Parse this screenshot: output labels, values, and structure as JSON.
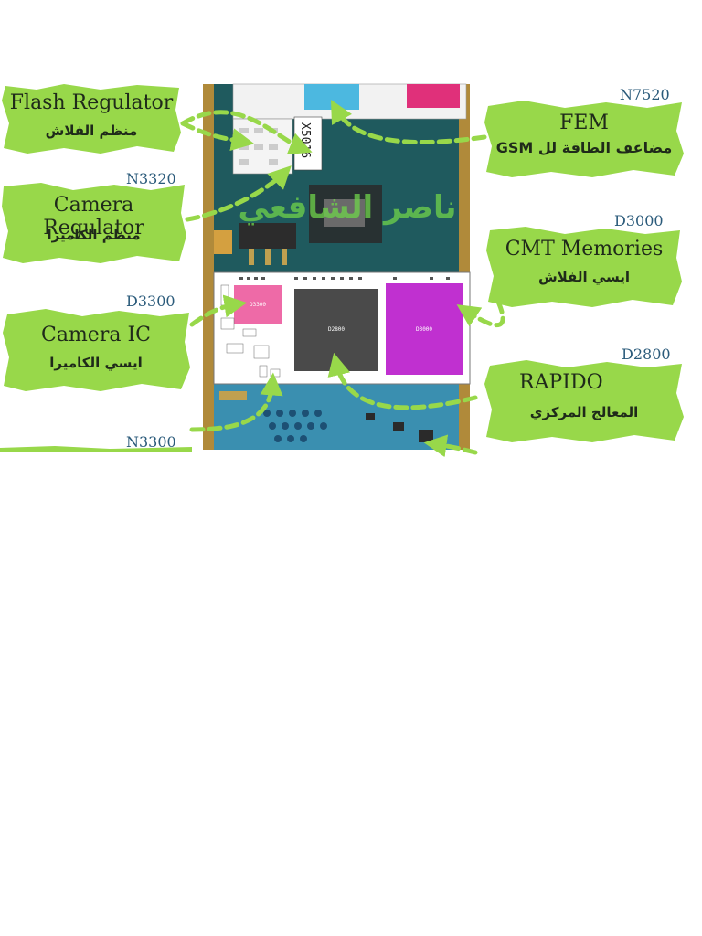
{
  "callouts": {
    "flash_regulator": {
      "en": "Flash Regulator",
      "ar": "منظم الفلاش"
    },
    "camera_regulator": {
      "en": "Camera Regulator",
      "ar": "منظم الكاميرا",
      "ref": "N3320"
    },
    "camera_ic": {
      "en": "Camera IC",
      "ar": "ايسي الكاميرا",
      "ref": "D3300"
    },
    "fem": {
      "en": "FEM",
      "ar": "مضاعف الطاقة لل GSM",
      "ref": "N7520"
    },
    "cmt_memories": {
      "en": "CMT Memories",
      "ar": "ايسي الفلاش",
      "ref": "D3000"
    },
    "rapido": {
      "en": "RAPIDO",
      "ar": "المعالج المركزي",
      "ref": "D2800"
    },
    "bottom_left": {
      "ref": "N3300"
    }
  },
  "board": {
    "watermark_ar": "ناصر الشافعي",
    "silkscreen": "X5016"
  },
  "colors": {
    "callout_fill": "#98d84a",
    "arrow": "#98d84a",
    "ref_text": "#2a5a7a",
    "board_green": "#1f5a5e",
    "chip_pink": "#ee6aa7",
    "chip_dark": "#4a4a4a",
    "chip_magenta": "#c030d0",
    "chip_blue": "#4cb8e0",
    "chip_red": "#e0307a"
  }
}
